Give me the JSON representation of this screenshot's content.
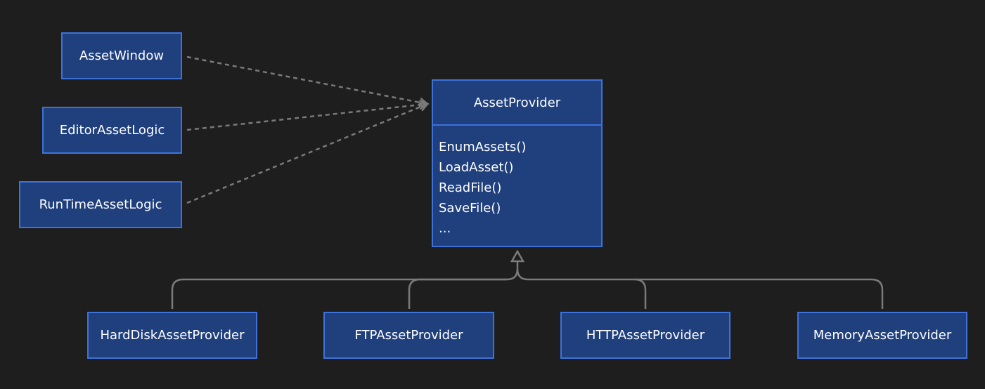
{
  "clients": [
    {
      "label": "AssetWindow"
    },
    {
      "label": "EditorAssetLogic"
    },
    {
      "label": "RunTimeAssetLogic"
    }
  ],
  "interface": {
    "title": "AssetProvider",
    "methods": [
      "EnumAssets()",
      "LoadAsset()",
      "ReadFile()",
      "SaveFile()",
      "..."
    ]
  },
  "implementations": [
    {
      "label": "HardDiskAssetProvider"
    },
    {
      "label": "FTPAssetProvider"
    },
    {
      "label": "HTTPAssetProvider"
    },
    {
      "label": "MemoryAssetProvider"
    }
  ]
}
